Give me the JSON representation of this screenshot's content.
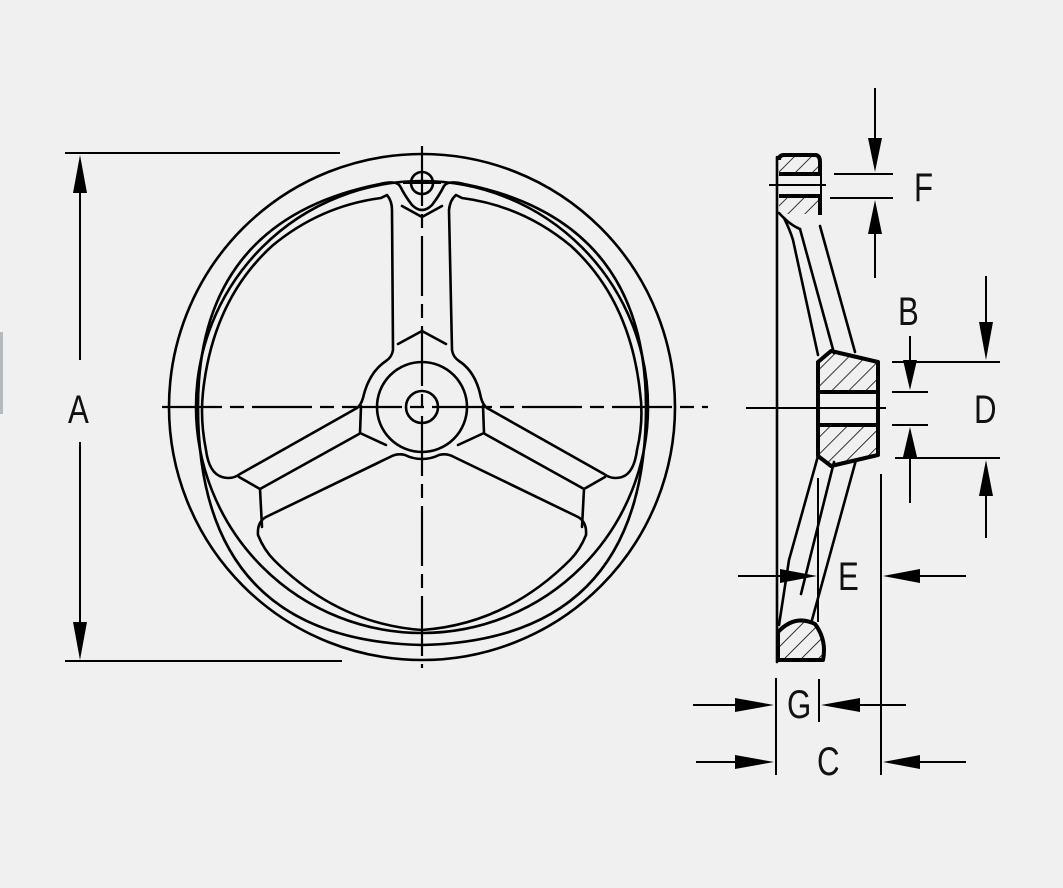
{
  "diagram": {
    "title": "Three-spoke handwheel dimension drawing",
    "background_color": "#f0f0f0",
    "line_color": "#000000",
    "views": [
      {
        "name": "front-view",
        "description": "Front view of three-spoke handwheel with hub bore and rim hole"
      },
      {
        "name": "side-section-view",
        "description": "Side sectional view of dished handwheel with hatched rim and hub"
      }
    ],
    "dimensions": {
      "A": {
        "label": "A",
        "meaning": "overall wheel diameter"
      },
      "B": {
        "label": "B",
        "meaning": "hub bore diameter"
      },
      "C": {
        "label": "C",
        "meaning": "overall depth"
      },
      "D": {
        "label": "D",
        "meaning": "hub diameter"
      },
      "E": {
        "label": "E",
        "meaning": "hub face offset"
      },
      "F": {
        "label": "F",
        "meaning": "rim hole diameter"
      },
      "G": {
        "label": "G",
        "meaning": "rim thickness"
      }
    }
  }
}
